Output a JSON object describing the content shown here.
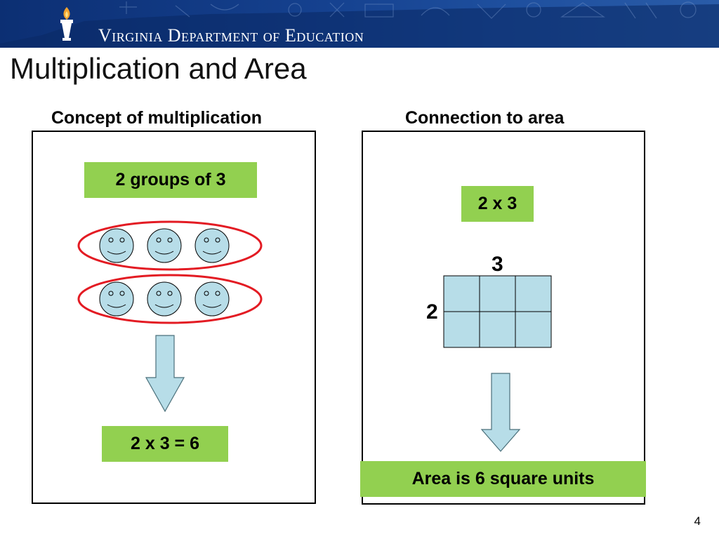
{
  "header": {
    "org_name": "Virginia Department of Education",
    "logo": "torch-icon"
  },
  "slide": {
    "title": "Multiplication and Area",
    "page_number": "4"
  },
  "left_panel": {
    "heading": "Concept of multiplication",
    "groups_label": "2 groups of 3",
    "groups": [
      {
        "faces": 3,
        "icon": "smiley-face-icon"
      },
      {
        "faces": 3,
        "icon": "smiley-face-icon"
      }
    ],
    "result_label": "2 x 3 = 6"
  },
  "right_panel": {
    "heading": "Connection to area",
    "expression_label": "2 x 3",
    "grid": {
      "rows": 2,
      "cols": 3,
      "row_label": "2",
      "col_label": "3"
    },
    "result_label": "Area is 6 square units"
  },
  "colors": {
    "banner": "#15418f",
    "label_box": "#92d050",
    "face_fill": "#b7dde8",
    "oval_stroke": "#e31b23",
    "grid_fill": "#b7dde8",
    "arrow_fill": "#b7dde8"
  }
}
